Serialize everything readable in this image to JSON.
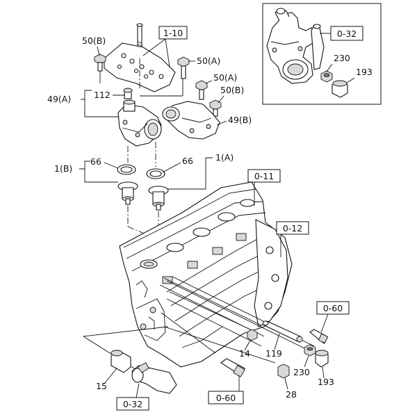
{
  "callouts": {
    "ref_1_10": "1-10",
    "ref_50b_top": "50(B)",
    "ref_50a_1": "50(A)",
    "ref_50a_2": "50(A)",
    "ref_50b_2": "50(B)",
    "ref_49a": "49(A)",
    "ref_112": "112",
    "ref_49b": "49(B)",
    "ref_1b": "1(B)",
    "ref_66_left": "66",
    "ref_66_right": "66",
    "ref_1a": "1(A)",
    "ref_0_11": "0-11",
    "ref_0_12": "0-12",
    "ref_0_32_inset": "0-32",
    "ref_230_inset": "230",
    "ref_193_inset": "193",
    "ref_0_60_right": "0-60",
    "ref_119": "119",
    "ref_14": "14",
    "ref_15": "15",
    "ref_230": "230",
    "ref_193": "193",
    "ref_28": "28",
    "ref_0_32_bottom": "0-32",
    "ref_0_60_bottom": "0-60"
  }
}
